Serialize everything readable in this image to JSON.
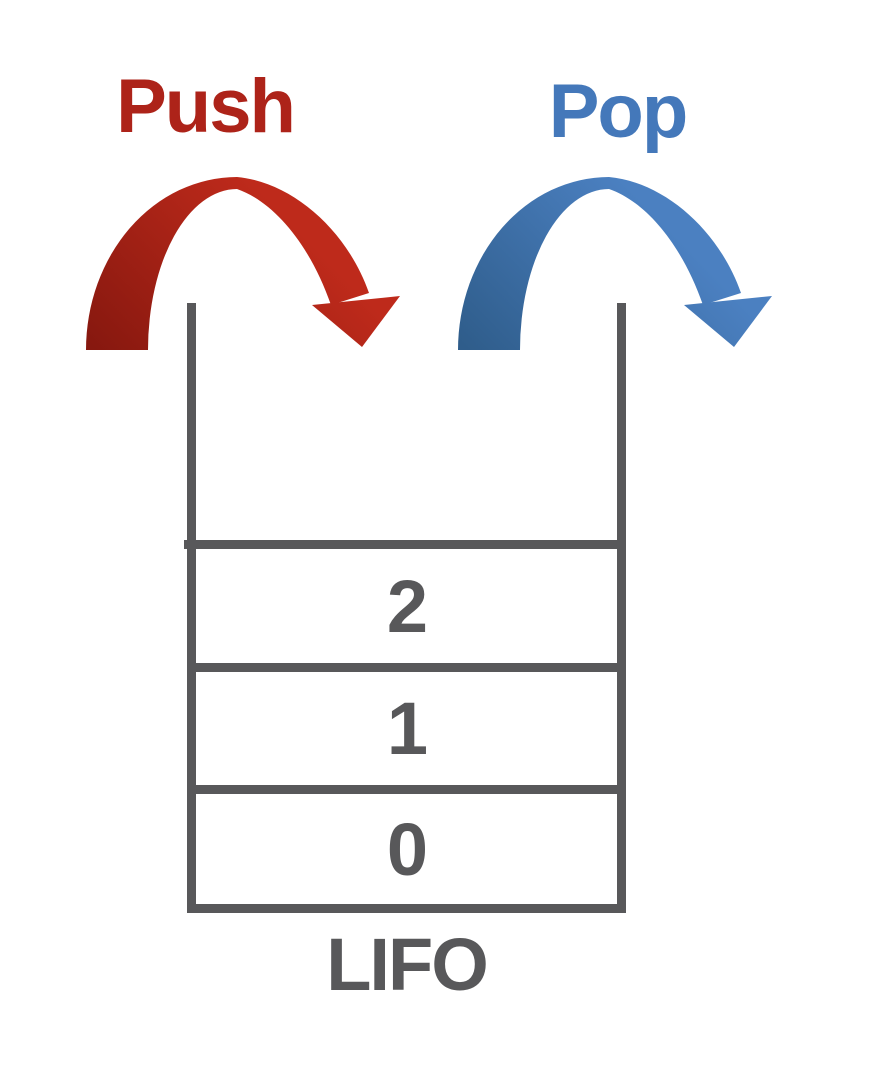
{
  "diagram": {
    "push_label": "Push",
    "pop_label": "Pop",
    "lifo_label": "LIFO",
    "stack_items": [
      "2",
      "1",
      "0"
    ]
  },
  "colors": {
    "push_text": "#AD2319",
    "push_arrow_dark": "#87180F",
    "push_arrow_bright": "#BE2A1B",
    "pop_text": "#4478BA",
    "pop_arrow_dark": "#2F5D8B",
    "pop_arrow_bright": "#4B80C1",
    "stack_line_gray": "#58585A",
    "background": "#FFFFFF"
  }
}
